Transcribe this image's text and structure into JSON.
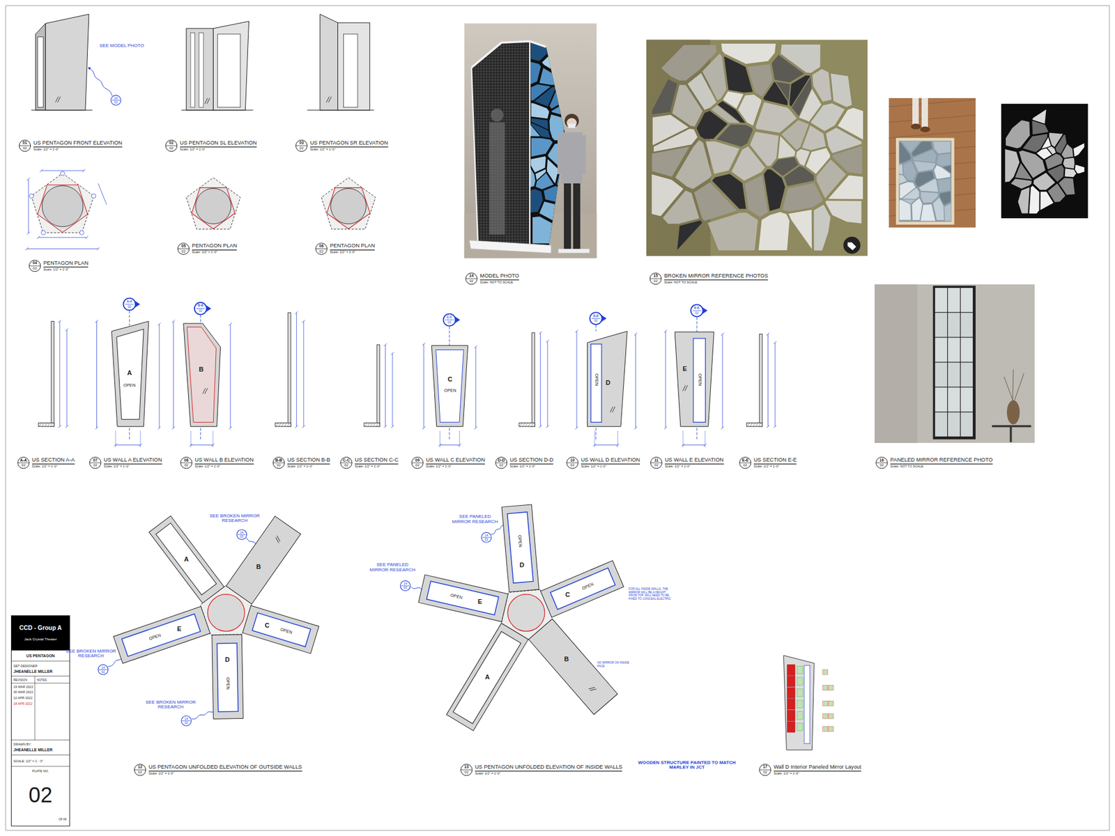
{
  "diagram": {
    "nodes": [
      {
        "text": [
          "A",
          "OPEN"
        ]
      },
      {
        "text": [
          "B"
        ]
      },
      {
        "text": [
          "C",
          "OPEN"
        ]
      },
      {
        "text": [
          "OPEN",
          "D"
        ]
      },
      {
        "text": [
          "E",
          "OPEN"
        ]
      },
      {
        "text": [
          "A"
        ]
      },
      {
        "text": [
          "B"
        ]
      },
      {
        "text": [
          "OPEN",
          "C"
        ]
      },
      {
        "text": [
          "OPEN",
          "D"
        ]
      },
      {
        "text": [
          "OPEN",
          "E"
        ]
      },
      {
        "text": [
          "D",
          "OPEN"
        ]
      },
      {
        "text": [
          "E",
          "OPEN"
        ]
      },
      {
        "text": [
          "C",
          "OPEN"
        ]
      },
      {
        "text": [
          "A"
        ]
      },
      {
        "text": [
          "B"
        ]
      },
      {
        "text": [
          "CCD - Group A",
          "Jack Crystal Theater",
          "US PENTAGON",
          "SET DESIGNER:",
          "JHEANELLE MILLER",
          "REVISION",
          "NOTES",
          "19 MAR 2022",
          "30 MAR 2022",
          "12 APR 2022",
          "18 APR 2022",
          "DRAWN BY:",
          "JHEANELLE MILLER",
          "SCALE: 1/2\" = 1' - 0\"",
          "PLATE NO.",
          "02",
          "OF 06"
        ]
      }
    ],
    "labels": [
      "SEE MODEL PHOTO",
      "14",
      "02",
      "01",
      "02",
      "US PENTAGON FRONT ELEVATION",
      "Scale: 1/2\" = 1'-0\"",
      "02",
      "02",
      "US PENTAGON SL ELEVATION",
      "Scale: 1/2\" = 1'-0\"",
      "03",
      "02",
      "US PENTAGON SR ELEVATION",
      "Scale: 1/2\" = 1'-0\"",
      "04",
      "02",
      "PENTAGON PLAN",
      "Scale: 1/2\" = 1'-0\"",
      "05",
      "02",
      "PENTAGON PLAN",
      "Scale: 1/2\" = 1'-0\"",
      "06",
      "02",
      "PENTAGON PLAN",
      "Scale: 1/2\" = 1'-0\"",
      "14",
      "02",
      "MODEL PHOTO",
      "Scale: NOT TO SCALE",
      "15",
      "02",
      "BROKEN MIRROR REFERENCE PHOTOS",
      "Scale: NOT TO SCALE",
      "16",
      "02",
      "PANELED MIRROR REFERENCE PHOTO",
      "Scale: NOT TO SCALE",
      "A-A",
      "02",
      "B-B",
      "02",
      "C-C",
      "02",
      "D-D",
      "02",
      "E-E",
      "02",
      "A-A",
      "02",
      "US SECTION A-A",
      "Scale: 1/2\" = 1'-0\"",
      "07",
      "02",
      "US WALL A ELEVATION",
      "Scale: 1/2\" = 1'-0\"",
      "08",
      "02",
      "US WALL B ELEVATION",
      "Scale: 1/2\" = 1'-0\"",
      "B-B",
      "02",
      "US SECTION B-B",
      "Scale: 1/2\" = 1'-0\"",
      "C-C",
      "02",
      "US SECTION C-C",
      "Scale: 1/2\" = 1'-0\"",
      "09",
      "02",
      "US WALL C ELEVATION",
      "Scale: 1/2\" = 1'-0\"",
      "D-D",
      "02",
      "US SECTION D-D",
      "Scale: 1/2\" = 1'-0\"",
      "10",
      "02",
      "US WALL D ELEVATION",
      "Scale: 1/2\" = 1'-0\"",
      "11",
      "02",
      "US WALL E ELEVATION",
      "Scale: 1/2\" = 1'-0\"",
      "E-E",
      "02",
      "US SECTION E-E",
      "Scale: 1/2\" = 1'-0\"",
      "SEE BROKEN MIRROR RESEARCH",
      "14",
      "02",
      "SEE BROKEN MIRROR RESEARCH",
      "14",
      "02",
      "SEE BROKEN MIRROR RESEARCH",
      "14",
      "02",
      "SEE PANELED MIRROR RESEARCH",
      "14",
      "02",
      "SEE PANELED MIRROR RESEARCH",
      "14",
      "02",
      "FOR ALL INSIDE WALLS, THE MIRROR WILL BE A HEIGHT FROM TOP. WILL NEED TO BE FIXED TO CONCEAL ELECTRIC",
      "NO MIRROR ON INSIDE FACE",
      "WOODEN STRUCTURE PAINTED TO MATCH MARLEY IN JCT",
      "12",
      "02",
      "US PENTAGON UNFOLDED ELEVATION OF OUTSIDE WALLS",
      "Scale: 1/2\" = 1'-0\"",
      "13",
      "02",
      "US PENTAGON UNFOLDED ELEVATION OF INSIDE WALLS",
      "Scale: 1/2\" = 1'-0\"",
      "17",
      "02",
      "Wall D Interior Paneled Mirror Layout",
      "Scale: 1/2\" = 1'-0\""
    ]
  }
}
